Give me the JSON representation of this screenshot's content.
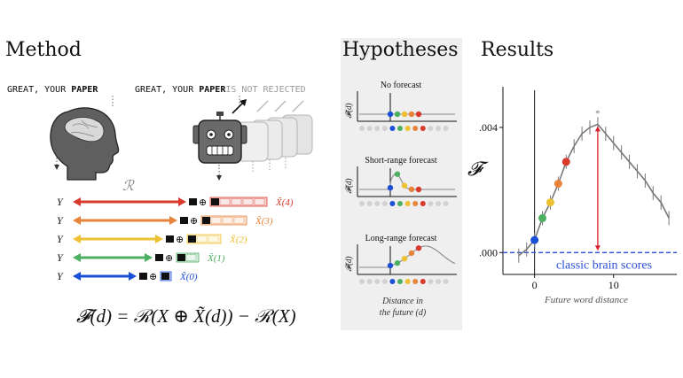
{
  "method": {
    "title": "Method",
    "human_sentence": {
      "pre": "GREAT, YOUR ",
      "bold": "PAPER"
    },
    "model_sentence": {
      "pre": "GREAT, YOUR ",
      "bold": "PAPER",
      "future": "IS NOT REJECTED"
    },
    "rows": [
      {
        "y_label": "Y",
        "x_label": "X̃(4)",
        "color": "#d83a2c"
      },
      {
        "y_label": "Y",
        "x_label": "X̃(3)",
        "color": "#e8833a"
      },
      {
        "y_label": "Y",
        "x_label": "X̃(2)",
        "color": "#eec033"
      },
      {
        "y_label": "Y",
        "x_label": "X̃(1)",
        "color": "#4caf62"
      },
      {
        "y_label": "Y",
        "x_label": "X̃(0)",
        "color": "#1a4fd8"
      }
    ],
    "r_symbol": "ℛ",
    "oplus": "⊕",
    "formula": "𝓕(d) = ℛ(X ⊕ X̃(d)) − ℛ(X)"
  },
  "hypotheses": {
    "title": "Hypotheses",
    "panels": [
      {
        "label": "No forecast",
        "y_axis": "𝓕(d)"
      },
      {
        "label": "Short-range forecast",
        "y_axis": "𝓕(d)"
      },
      {
        "label": "Long-range forecast",
        "y_axis": "𝓕(d)"
      }
    ],
    "x_caption_1": "Distance in",
    "x_caption_2": "the future (d)",
    "dot_colors": [
      "#1a4fd8",
      "#4caf62",
      "#eec033",
      "#e8833a",
      "#d83a2c"
    ]
  },
  "results": {
    "title": "Results",
    "ylabel": "𝓕",
    "xlabel": "Future word distance",
    "baseline_label": "classic brain scores",
    "peak_marker": "*",
    "x_ticks": [
      "0",
      "10"
    ],
    "y_ticks": [
      ".000",
      ".004"
    ],
    "xlim": [
      -4,
      18
    ],
    "ylim": [
      -0.0007,
      0.0053
    ],
    "line_color": "#777777",
    "baseline_color": "#2b4fd8",
    "arrow_color": "#d8202a",
    "chart_data": {
      "type": "line",
      "xlabel": "Future word distance",
      "ylabel": "𝓕",
      "x": [
        -2,
        -1,
        0,
        1,
        2,
        3,
        4,
        5,
        6,
        7,
        8,
        9,
        10,
        11,
        12,
        13,
        14,
        15,
        16,
        17
      ],
      "values": [
        -0.0001,
        0.0001,
        0.0004,
        0.0011,
        0.0016,
        0.0022,
        0.0029,
        0.0034,
        0.0038,
        0.004,
        0.0041,
        0.0038,
        0.0035,
        0.0032,
        0.0029,
        0.0026,
        0.0023,
        0.0019,
        0.0016,
        0.0011
      ],
      "highlighted_points": [
        {
          "x": 0,
          "y": 0.0004,
          "color": "#1a4fd8"
        },
        {
          "x": 1,
          "y": 0.0011,
          "color": "#4caf62"
        },
        {
          "x": 2,
          "y": 0.0016,
          "color": "#eec033"
        },
        {
          "x": 3,
          "y": 0.0022,
          "color": "#e8833a"
        },
        {
          "x": 4,
          "y": 0.0029,
          "color": "#d83a2c"
        }
      ],
      "baseline": 0.0,
      "peak_x": 8
    }
  }
}
